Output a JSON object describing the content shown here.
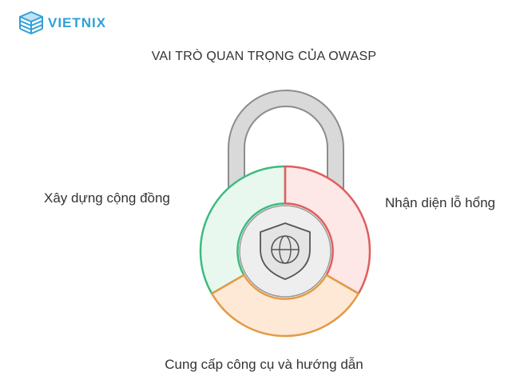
{
  "brand": {
    "name": "VIETNIX",
    "logo_icon": "server-stack-icon",
    "color": "#2f9fd8"
  },
  "title": "VAI TRÒ QUAN TRỌNG CỦA OWASP",
  "segments": {
    "left": {
      "label": "Xây dựng cộng đồng",
      "fill": "#e9f8ef",
      "stroke": "#3dbb7e"
    },
    "right": {
      "label": "Nhận diện lỗ hổng",
      "fill": "#fde7e7",
      "stroke": "#e05d5d"
    },
    "bottom": {
      "label": "Cung cấp công cụ và hướng dẫn",
      "fill": "#fde9d6",
      "stroke": "#e39a45"
    }
  },
  "lock": {
    "shackle_color": "#d9d9d9",
    "shackle_stroke": "#8c8c8c",
    "core_fill": "#eeeeee",
    "core_stroke": "#999999",
    "center_icon": "shield-globe-icon"
  }
}
